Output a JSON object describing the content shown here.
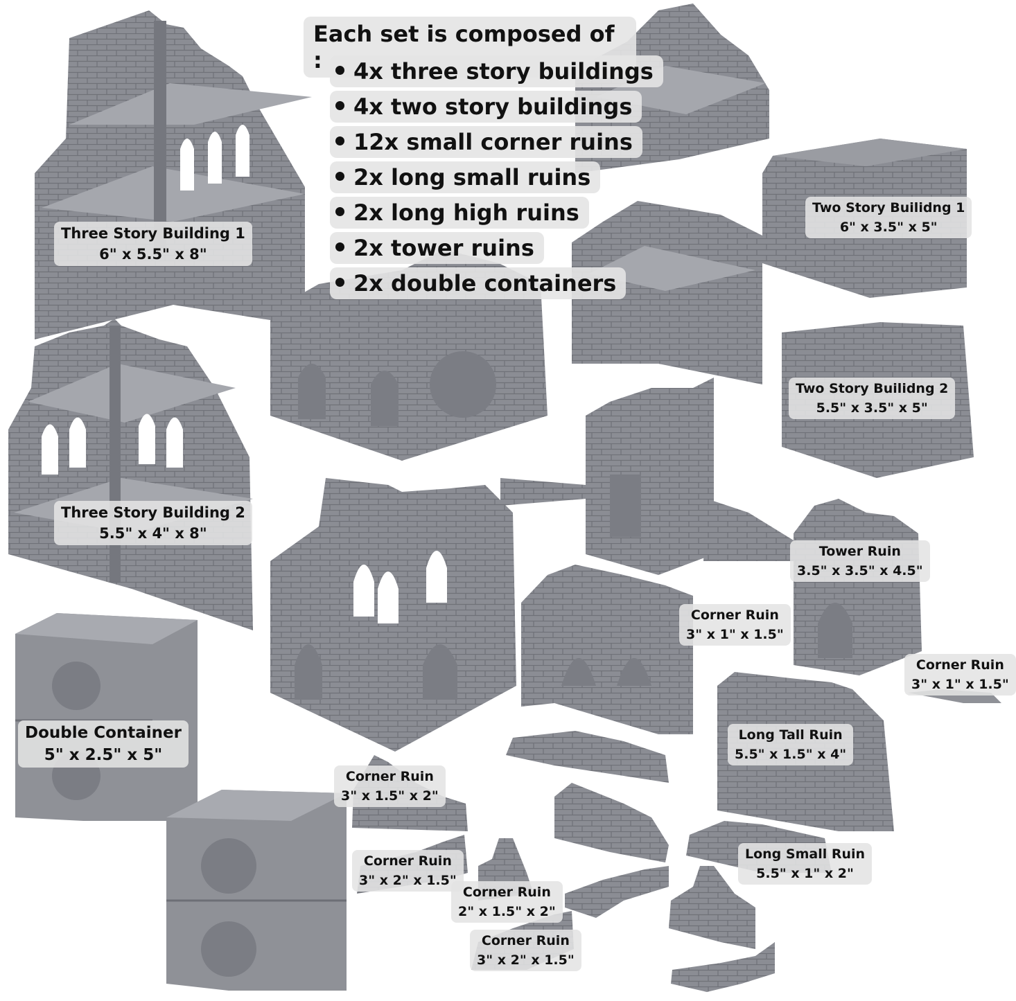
{
  "colors": {
    "stone": "#8b8d94",
    "stone_dark": "#6d6f76",
    "stone_light": "#a6a8ae",
    "label_bg": "#e4e4e4",
    "text": "#111111"
  },
  "info": {
    "header": "Each set is composed of :",
    "items": [
      "4x three story buildings",
      "4x two story buildings",
      "12x small corner ruins",
      "2x long small ruins",
      "2x long high ruins",
      "2x tower ruins",
      "2x double containers"
    ]
  },
  "labels": {
    "three_story_1": {
      "name": "Three Story Building 1",
      "dims": "6\" x 5.5\" x 8\""
    },
    "three_story_2": {
      "name": "Three Story Building 2",
      "dims": "5.5\" x 4\" x 8\""
    },
    "two_story_1": {
      "name": "Two Story Builidng 1",
      "dims": "6\" x 3.5\" x 5\""
    },
    "two_story_2": {
      "name": "Two Story Builidng 2",
      "dims": "5.5\" x 3.5\" x 5\""
    },
    "tower_ruin": {
      "name": "Tower Ruin",
      "dims": "3.5\" x 3.5\" x 4.5\""
    },
    "corner_ruin_a": {
      "name": "Corner Ruin",
      "dims": "3\" x 1\" x 1.5\""
    },
    "corner_ruin_b": {
      "name": "Corner Ruin",
      "dims": "3\" x 1\" x 1.5\""
    },
    "double_container": {
      "name": "Double Container",
      "dims": "5\" x 2.5\" x 5\""
    },
    "long_tall_ruin": {
      "name": "Long Tall Ruin",
      "dims": "5.5\" x 1.5\" x 4\""
    },
    "corner_ruin_c": {
      "name": "Corner Ruin",
      "dims": "3\" x 1.5\" x 2\""
    },
    "corner_ruin_d": {
      "name": "Corner Ruin",
      "dims": "3\" x 2\" x 1.5\""
    },
    "corner_ruin_e": {
      "name": "Corner Ruin",
      "dims": "2\" x 1.5\" x 2\""
    },
    "corner_ruin_f": {
      "name": "Corner Ruin",
      "dims": "3\" x 2\" x 1.5\""
    },
    "long_small_ruin": {
      "name": "Long Small Ruin",
      "dims": "5.5\" x 1\" x 2\""
    }
  }
}
